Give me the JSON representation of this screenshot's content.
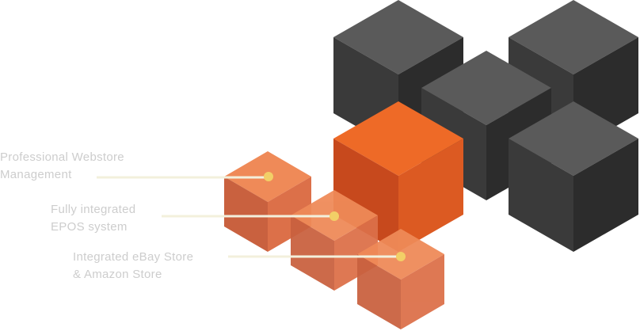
{
  "colors": {
    "dark_top": "#5a5a5a",
    "dark_left": "#3a3a3a",
    "dark_right": "#2c2c2c",
    "orange_top": "#ee6a27",
    "orange_left": "#c7491d",
    "orange_right": "#dc5a22",
    "small_top": "#ef8a58",
    "small_left": "#c9613f",
    "small_right": "#dc7049",
    "marker": "#f2cf67",
    "leader": "#f3f0dc",
    "label_text": "#cdcdcd"
  },
  "features": [
    {
      "lines": [
        "Professional Webstore",
        "Management"
      ],
      "icon": "dot-marker"
    },
    {
      "lines": [
        "Fully integrated",
        "EPOS system"
      ],
      "icon": "dot-marker"
    },
    {
      "lines": [
        "Integrated eBay Store",
        "& Amazon Store"
      ],
      "icon": "dot-marker"
    }
  ]
}
